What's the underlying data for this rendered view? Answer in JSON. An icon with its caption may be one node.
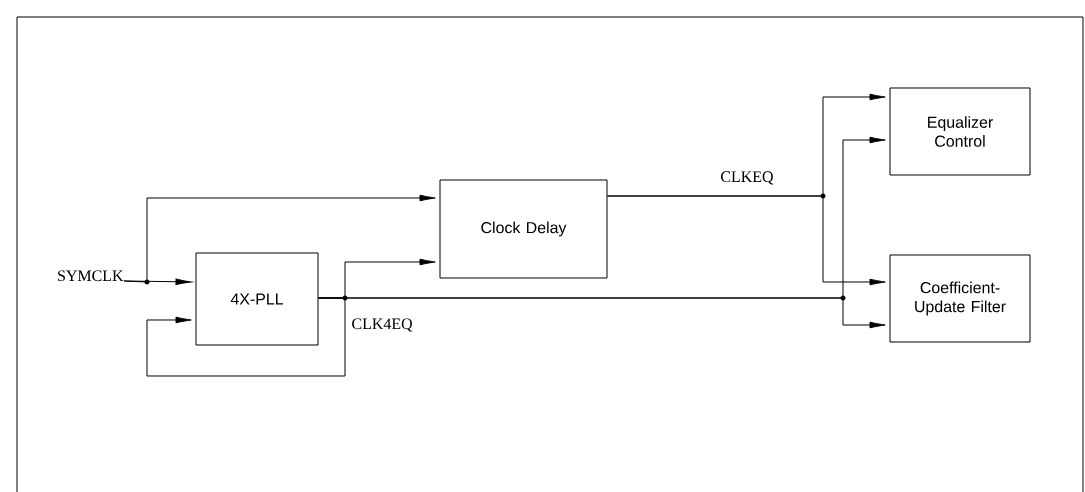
{
  "diagram": {
    "nodes": [
      {
        "text": [
          "4X-PLL"
        ]
      },
      {
        "text": [
          "Clock Delay"
        ]
      },
      {
        "text": [
          "Equalizer Control"
        ]
      },
      {
        "text": [
          "Coefficient-Update Filter"
        ]
      },
      {
        "text": [
          "SYMCLK"
        ]
      }
    ],
    "edges": [
      {
        "from": 4,
        "to": 0,
        "arrow": "to"
      },
      {
        "from": 4,
        "to": 1,
        "arrow": "to"
      },
      {
        "from": 0,
        "to": 0,
        "arrow": "to"
      },
      {
        "from": 0,
        "to": 1,
        "arrow": "to"
      },
      {
        "from": 0,
        "to": 2,
        "arrow": "to"
      },
      {
        "from": 0,
        "to": 3,
        "arrow": "to"
      },
      {
        "from": 1,
        "to": 2,
        "arrow": "to"
      },
      {
        "from": 1,
        "to": 3,
        "arrow": "to"
      }
    ],
    "labels": [
      "CLKEQ",
      "CLK4EQ"
    ]
  }
}
